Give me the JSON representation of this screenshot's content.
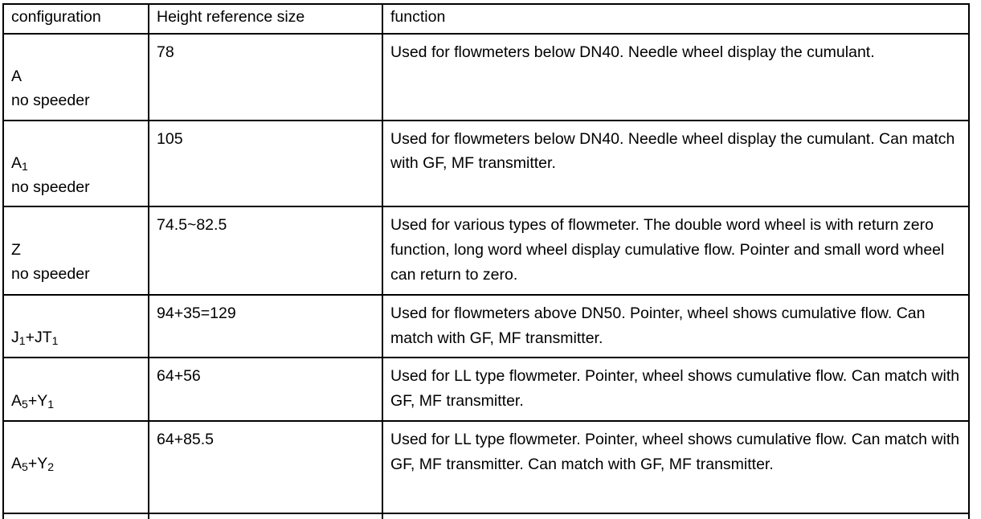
{
  "table": {
    "name": "configuration-height-function-table",
    "columns": [
      {
        "key": "configuration",
        "label": "configuration"
      },
      {
        "key": "height",
        "label": "Height reference size"
      },
      {
        "key": "function",
        "label": "function"
      }
    ],
    "rows": [
      {
        "configuration_main": "A",
        "configuration_sub": "",
        "configuration_note": "no speeder",
        "height": "78",
        "function": "Used for flowmeters below DN40. Needle wheel display the cumulant.",
        "justified": true
      },
      {
        "configuration_main": "A",
        "configuration_sub": "1",
        "configuration_note": "no speeder",
        "height": "105",
        "function": "Used for flowmeters below DN40. Needle wheel display the cumulant. Can match with GF, MF transmitter.",
        "justified": true
      },
      {
        "configuration_main": "Z",
        "configuration_sub": "",
        "configuration_note": "no speeder",
        "height": "74.5~82.5",
        "function": "Used for various types of flowmeter. The double word wheel is with return zero function, long word wheel display cumulative flow. Pointer and small word wheel can return to zero.",
        "justified": true
      },
      {
        "configuration_main": "J",
        "configuration_sub": "1",
        "configuration_main2": "+JT",
        "configuration_sub2": "1",
        "configuration_note": "",
        "height": "94+35=129",
        "function": "Used for flowmeters above DN50. Pointer, wheel shows cumulative flow. Can match with GF, MF transmitter.",
        "justified": true
      },
      {
        "configuration_main": "A",
        "configuration_sub": "5",
        "configuration_main2": "+Y",
        "configuration_sub2": "1",
        "configuration_note": "",
        "height": "64+56",
        "function": "Used for LL type flowmeter. Pointer, wheel shows cumulative flow. Can match with GF, MF transmitter.",
        "justified": false
      },
      {
        "configuration_main": "A",
        "configuration_sub": "5",
        "configuration_main2": "+Y",
        "configuration_sub2": "2",
        "configuration_note": "",
        "height": "64+85.5",
        "function": "Used for LL type flowmeter. Pointer, wheel shows cumulative flow. Can match with GF, MF transmitter. Can match with GF, MF transmitter.",
        "justified": true
      }
    ]
  },
  "colors": {
    "border": "#000000",
    "text": "#000000",
    "background": "#ffffff"
  }
}
